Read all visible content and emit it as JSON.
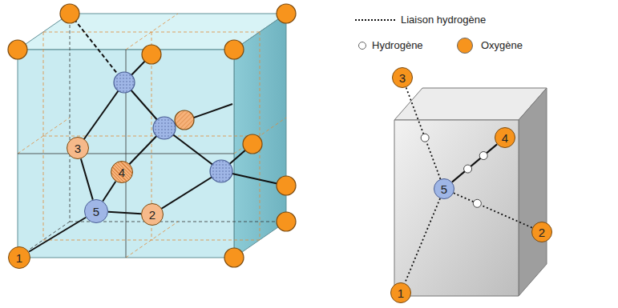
{
  "diagram": {
    "nodes": [
      {
        "text": [
          "3"
        ]
      },
      {
        "text": [
          "4"
        ]
      },
      {
        "text": [
          "5"
        ]
      },
      {
        "text": [
          "2"
        ]
      },
      {
        "text": [
          "1"
        ]
      },
      {
        "text": [
          "3"
        ]
      },
      {
        "text": [
          "4"
        ]
      },
      {
        "text": [
          "5"
        ]
      },
      {
        "text": [
          "2"
        ]
      },
      {
        "text": [
          "1"
        ]
      }
    ],
    "edges": [
      {
        "from": 2,
        "to": 4,
        "arrow": "none"
      },
      {
        "from": 2,
        "to": 3,
        "arrow": "none"
      },
      {
        "from": 2,
        "to": 0,
        "arrow": "none"
      },
      {
        "from": 2,
        "to": 1,
        "arrow": "none"
      },
      {
        "from": 7,
        "to": 9,
        "arrow": "none"
      },
      {
        "from": 7,
        "to": 8,
        "arrow": "none"
      },
      {
        "from": 7,
        "to": 5,
        "arrow": "none"
      },
      {
        "from": 7,
        "to": 6,
        "arrow": "none"
      }
    ],
    "legend": [
      {
        "text": "Liaison hydrogène"
      },
      {
        "text": "Hydrogène",
        "color": "#ffffff"
      },
      {
        "text": "Oxygène",
        "color": "#f7941d"
      }
    ]
  }
}
